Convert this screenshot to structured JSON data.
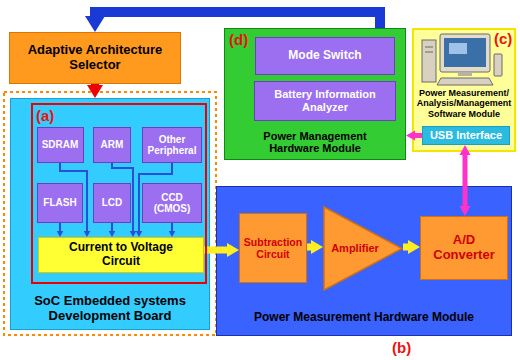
{
  "diagram": {
    "nodes": [
      {
        "text": [
          "Adaptive Architecture Selector"
        ]
      },
      {
        "text": [
          "Power Management Hardware Module"
        ]
      },
      {
        "text": [
          "Mode Switch"
        ],
        "in": 1
      },
      {
        "text": [
          "Battery Information Analyzer"
        ],
        "in": 1
      },
      {
        "text": [
          "Power Measurement/ Analysis/Management Software Module"
        ]
      },
      {
        "text": [
          "USB Interface"
        ],
        "in": 4
      },
      {
        "text": [
          "SoC Embedded systems Development Board"
        ]
      },
      {
        "text": [
          "SDRAM"
        ],
        "in": 6
      },
      {
        "text": [
          "ARM"
        ],
        "in": 6
      },
      {
        "text": [
          "Other Peripheral"
        ],
        "in": 6
      },
      {
        "text": [
          "FLASH"
        ],
        "in": 6
      },
      {
        "text": [
          "LCD"
        ],
        "in": 6
      },
      {
        "text": [
          "CCD (CMOS)"
        ],
        "in": 6
      },
      {
        "text": [
          "Current to Voltage Circuit"
        ],
        "in": 6
      },
      {
        "text": [
          "Power Measurement Hardware Module"
        ]
      },
      {
        "text": [
          "Subtraction Circuit"
        ],
        "in": 14
      },
      {
        "text": [
          "Amplifier"
        ],
        "in": 14
      },
      {
        "text": [
          "A/D Converter"
        ],
        "in": 14
      }
    ],
    "edges": [
      {
        "from": 1,
        "to": 0,
        "arrow": "to"
      },
      {
        "from": 0,
        "to": 6,
        "arrow": "to"
      },
      {
        "from": 7,
        "to": 13,
        "arrow": "to"
      },
      {
        "from": 8,
        "to": 13,
        "arrow": "to"
      },
      {
        "from": 9,
        "to": 13,
        "arrow": "to"
      },
      {
        "from": 10,
        "to": 13,
        "arrow": "to"
      },
      {
        "from": 11,
        "to": 13,
        "arrow": "to"
      },
      {
        "from": 12,
        "to": 13,
        "arrow": "to"
      },
      {
        "from": 13,
        "to": 15,
        "arrow": "to"
      },
      {
        "from": 15,
        "to": 16,
        "arrow": "to"
      },
      {
        "from": 16,
        "to": 17,
        "arrow": "to"
      },
      {
        "from": 5,
        "to": 1,
        "arrow": "to"
      },
      {
        "from": 5,
        "to": 17,
        "arrow": "both"
      }
    ],
    "labels": [
      "(a)",
      "(b)",
      "(c)",
      "(d)"
    ]
  }
}
